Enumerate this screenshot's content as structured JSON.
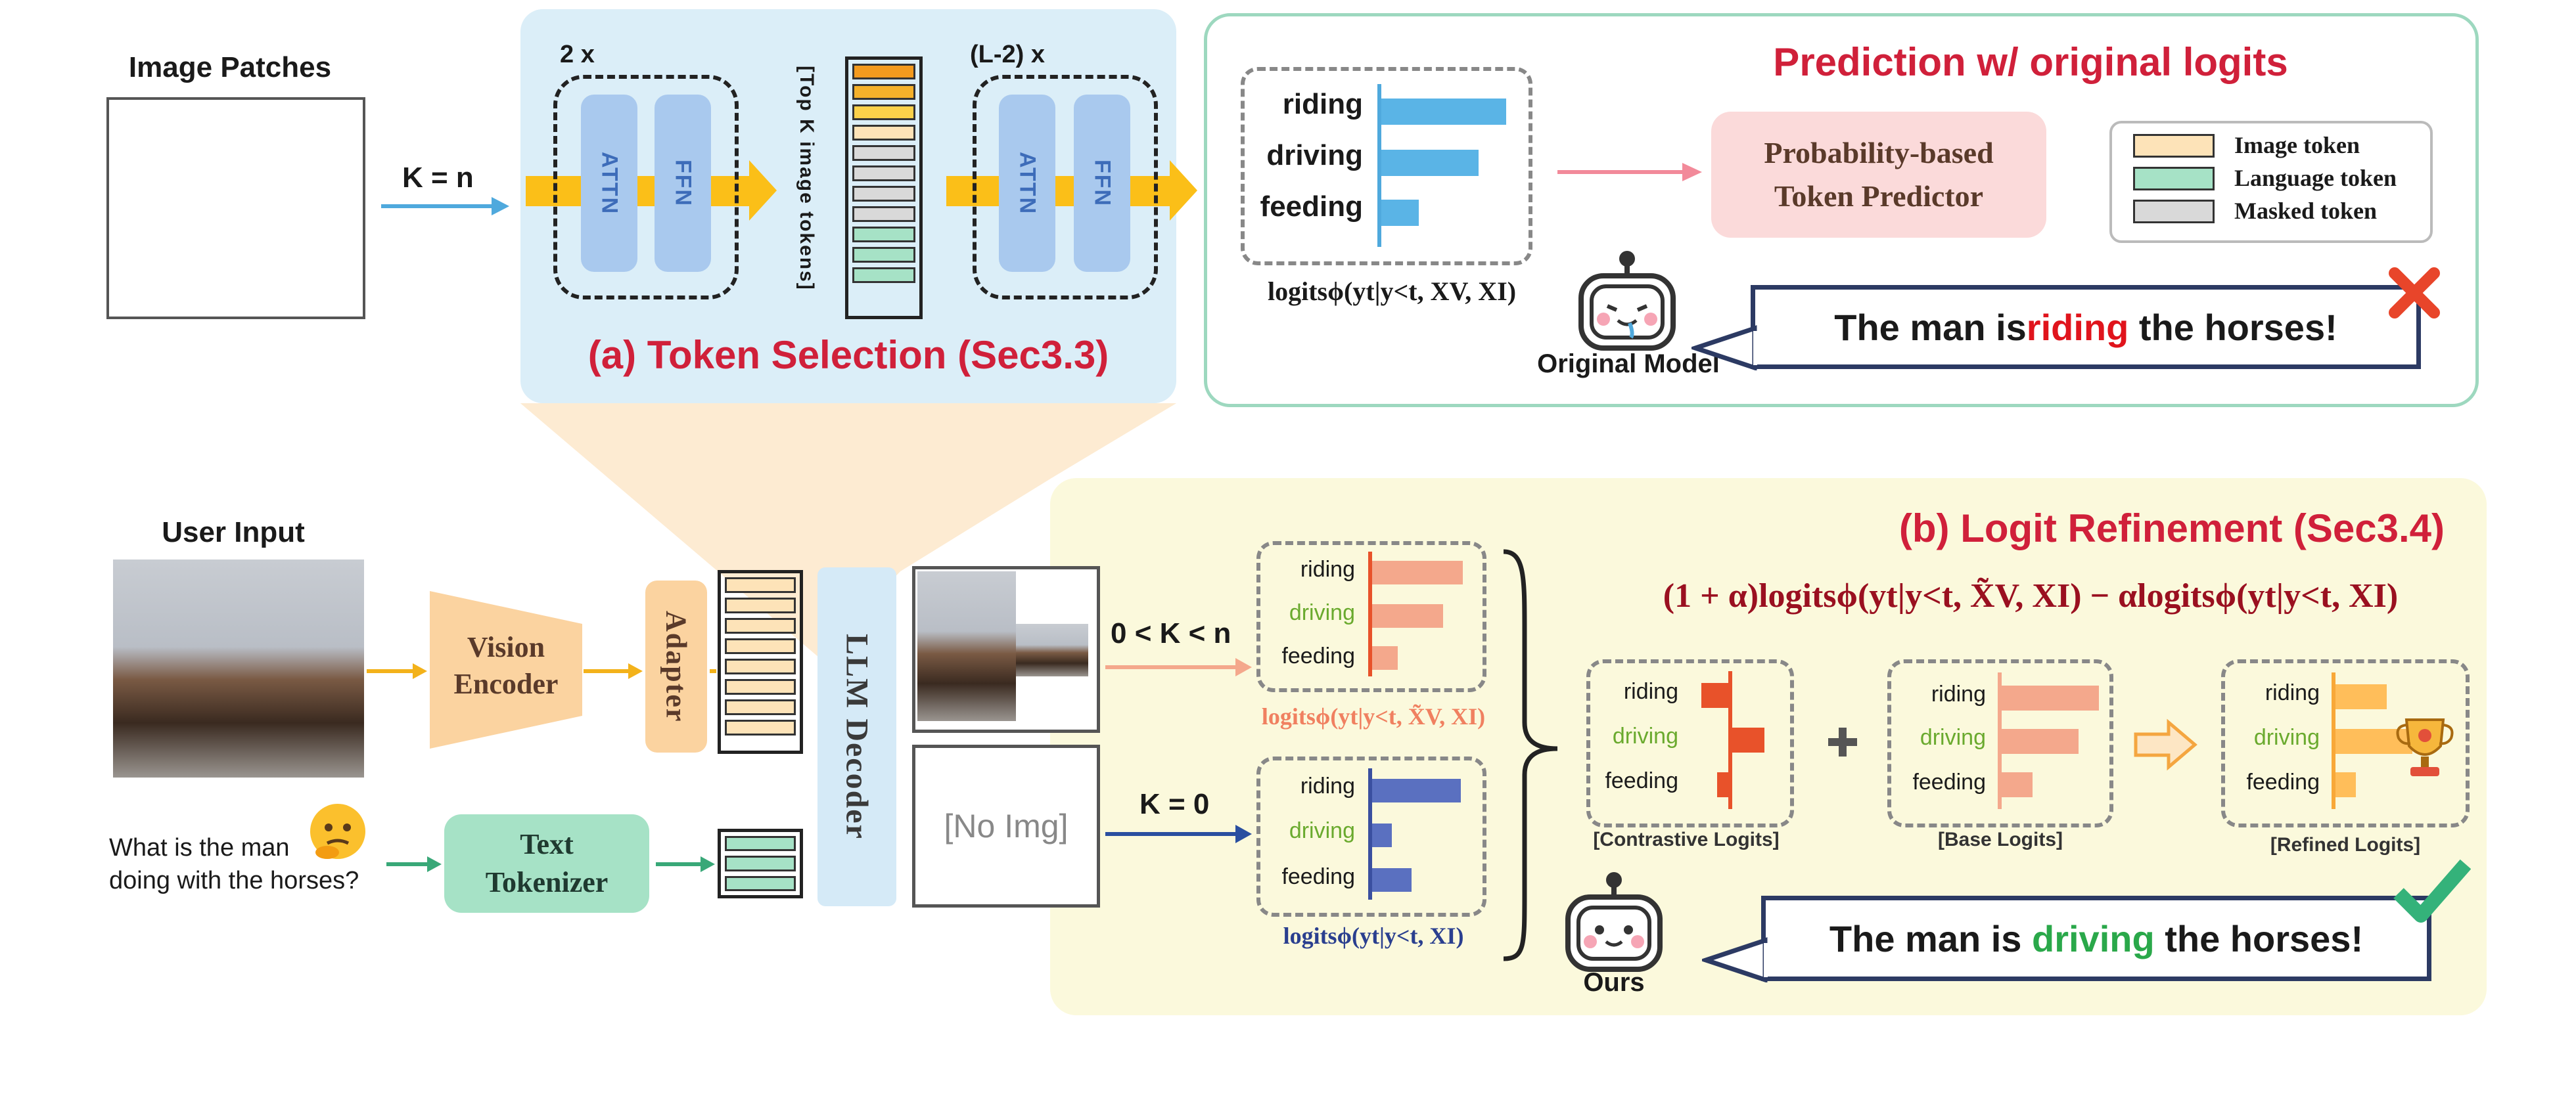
{
  "image_patches_label": "Image Patches",
  "k_equals_n": "K = n",
  "panel_a": {
    "repeat_first": "2 x",
    "repeat_second": "(L-2) x",
    "attn": "ATTN",
    "ffn": "FFN",
    "topk": "[Top K image tokens]",
    "title": "(a)  Token Selection (Sec3.3)"
  },
  "prediction": {
    "title": "Prediction w/ original logits",
    "bars": [
      {
        "label": "riding",
        "value": 1.0
      },
      {
        "label": "driving",
        "value": 0.78
      },
      {
        "label": "feeding",
        "value": 0.3
      }
    ],
    "logits_label": "logitsϕ(yt|y<t, XV, XI)",
    "predictor": [
      "Probability-based",
      "Token Predictor"
    ],
    "legend": [
      {
        "label": "Image token",
        "color": "#fde3b8"
      },
      {
        "label": "Language token",
        "color": "#a6e2c6"
      },
      {
        "label": "Masked token",
        "color": "#d9d9d9"
      }
    ],
    "robot_label": "Original  Model",
    "bubble_pre": "The man is ",
    "bubble_word": "riding",
    "bubble_post": " the horses!"
  },
  "user_input_label": "User Input",
  "question": [
    "What is the man",
    "doing with the horses?"
  ],
  "vision_encoder": [
    "Vision",
    "Encoder"
  ],
  "adapter": "Adapter",
  "text_tokenizer": [
    "Text",
    "Tokenizer"
  ],
  "llm_decoder": "LLM Decoder",
  "no_img": "[No Img]",
  "k_range": "0 < K < n",
  "k_zero": "K = 0",
  "panel_b": {
    "title": "(b)  Logit Refinement (Sec3.4)",
    "formula": "(1 + α)logitsϕ(yt|y<t, X̃V, XI) − αlogitsϕ(yt|y<t, XI)",
    "masked_logits_label": "logitsϕ(yt|y<t, X̃V, XI)",
    "base_logits_label": "logitsϕ(yt|y<t, XI)",
    "words": [
      "riding",
      "driving",
      "feeding"
    ],
    "masked_bars": [
      0.92,
      0.72,
      0.26
    ],
    "noimg_bars": [
      0.9,
      0.2,
      0.4
    ],
    "contrastive_label": "[Contrastive Logits]",
    "base_label": "[Base Logits]",
    "refined_label": "[Refined Logits]",
    "contrastive_bars": [
      -0.55,
      0.65,
      -0.25
    ],
    "base_bars": [
      0.95,
      0.75,
      0.3
    ],
    "refined_bars": [
      0.5,
      0.75,
      0.2
    ],
    "robot_label": "Ours",
    "bubble_pre": "The man is ",
    "bubble_word": "driving",
    "bubble_post": " the horses!"
  },
  "colors": {
    "blue_bar": "#5ab4e6",
    "salmon_bar": "#f4a88c",
    "navy_bar": "#5a70c0",
    "orange_bar": "#ffbe5a",
    "red_bar": "#e8522a",
    "green_word": "#6aaa2e",
    "title_red": "#d0203a",
    "dark_red": "#9a1020",
    "arrow_yellow": "#fbbf18"
  }
}
